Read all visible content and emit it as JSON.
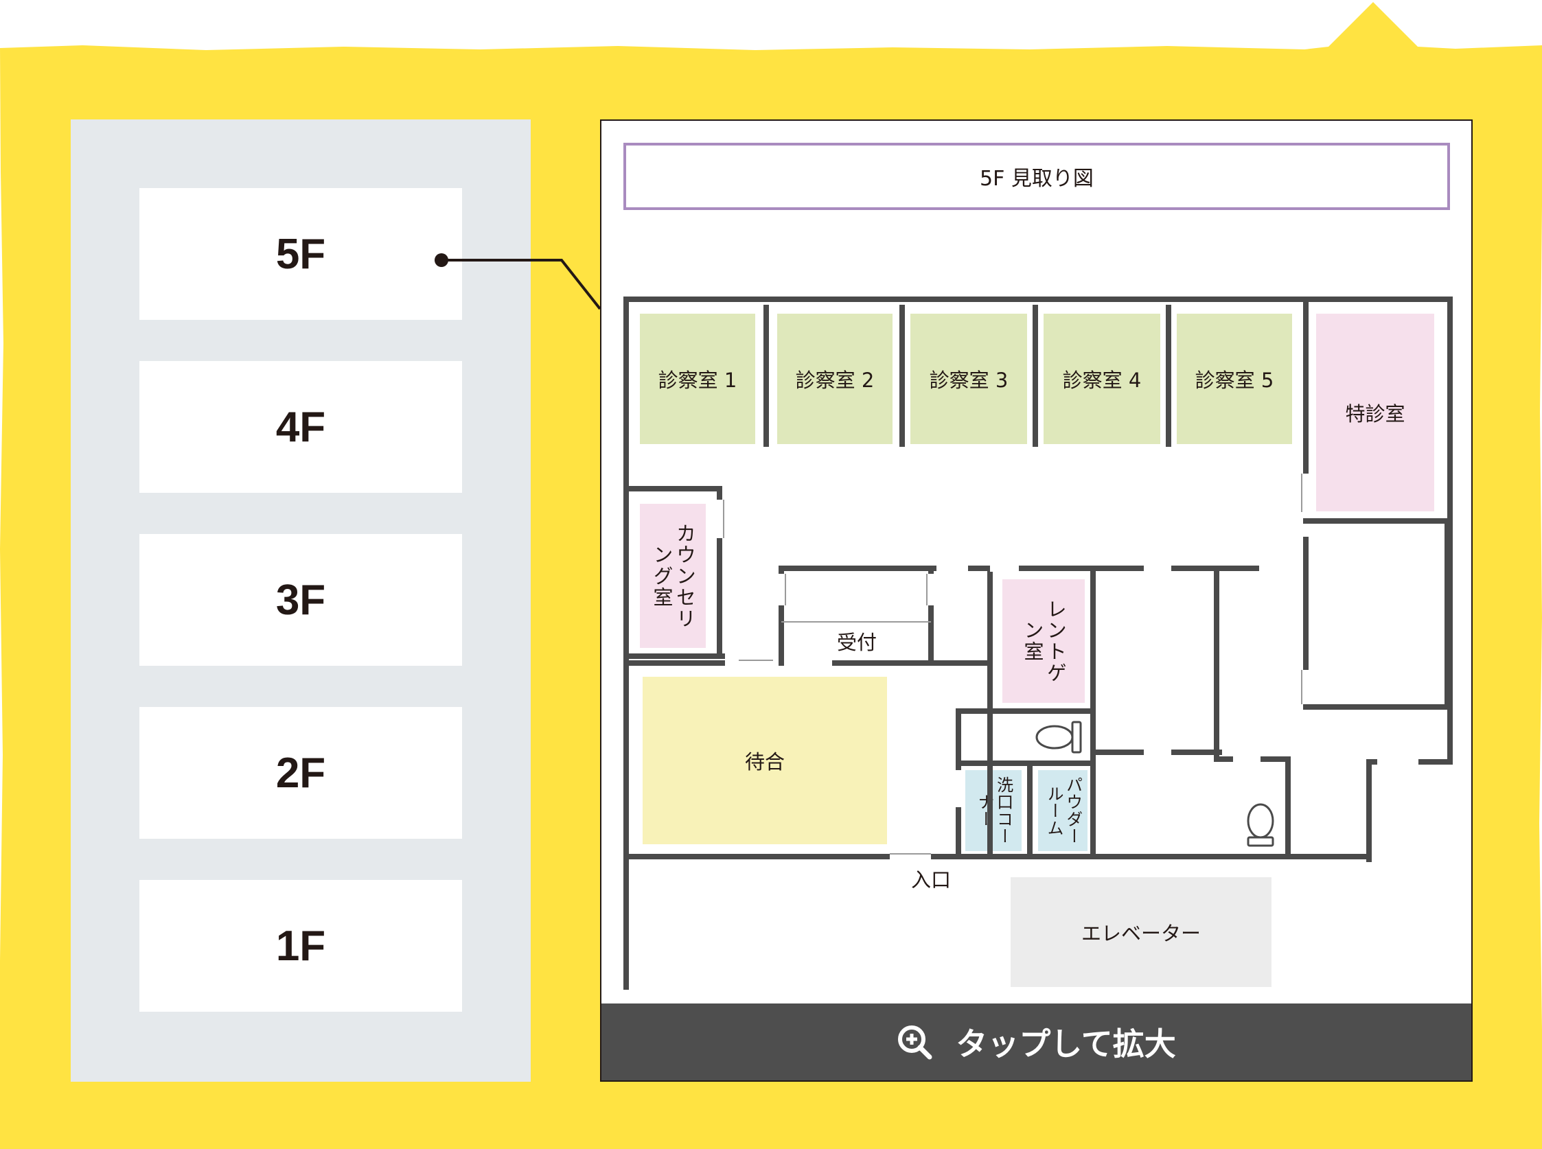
{
  "floors": [
    {
      "label": "5F",
      "active": true
    },
    {
      "label": "4F",
      "active": false
    },
    {
      "label": "3F",
      "active": false
    },
    {
      "label": "2F",
      "active": false
    },
    {
      "label": "1F",
      "active": false
    }
  ],
  "map": {
    "title": "5F 見取り図",
    "rooms": {
      "exam1": "診察室 1",
      "exam2": "診察室 2",
      "exam3": "診察室 3",
      "exam4": "診察室 4",
      "exam5": "診察室 5",
      "special": "特診室",
      "counseling": "カウンセリング室",
      "reception": "受付",
      "xray": "レントゲン室",
      "waiting": "待合",
      "washing": "洗口コーナー",
      "powder": "パウダールーム",
      "entrance": "入口",
      "elevator": "エレベーター"
    },
    "zoom_label": "タップして拡大",
    "zoom_icon": "zoom-in-icon"
  },
  "colors": {
    "background_yellow": "#ffe342",
    "panel_grey": "#e5e9ec",
    "wall": "#4a4a4a",
    "exam_green": "#dfe8bb",
    "pink": "#f6e0ec",
    "waiting_yellow": "#f8f2b8",
    "water_blue": "#d2e9ef",
    "elevator_grey": "#ececec",
    "title_border": "#a98bbf",
    "zoom_bar": "#4e4e4e"
  }
}
